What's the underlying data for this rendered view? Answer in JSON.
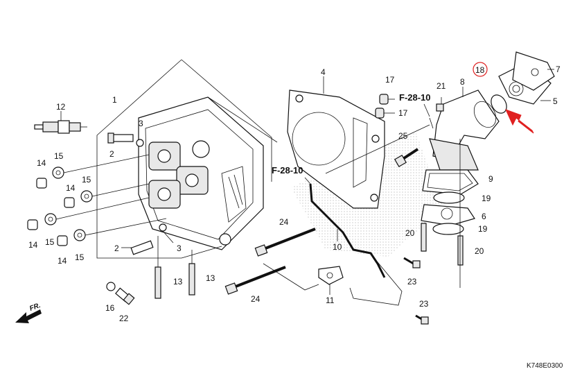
{
  "diagram": {
    "part_labels": [
      {
        "id": "p1",
        "text": "1"
      },
      {
        "id": "p2a",
        "text": "2"
      },
      {
        "id": "p2b",
        "text": "2"
      },
      {
        "id": "p3a",
        "text": "3"
      },
      {
        "id": "p3b",
        "text": "3"
      },
      {
        "id": "p4",
        "text": "4"
      },
      {
        "id": "p5",
        "text": "5"
      },
      {
        "id": "p6",
        "text": "6"
      },
      {
        "id": "p7",
        "text": "7"
      },
      {
        "id": "p8",
        "text": "8"
      },
      {
        "id": "p9",
        "text": "9"
      },
      {
        "id": "p10",
        "text": "10"
      },
      {
        "id": "p11",
        "text": "11"
      },
      {
        "id": "p12",
        "text": "12"
      },
      {
        "id": "p13a",
        "text": "13"
      },
      {
        "id": "p13b",
        "text": "13"
      },
      {
        "id": "p14a",
        "text": "14"
      },
      {
        "id": "p14b",
        "text": "14"
      },
      {
        "id": "p14c",
        "text": "14"
      },
      {
        "id": "p14d",
        "text": "14"
      },
      {
        "id": "p15a",
        "text": "15"
      },
      {
        "id": "p15b",
        "text": "15"
      },
      {
        "id": "p15c",
        "text": "15"
      },
      {
        "id": "p15d",
        "text": "15"
      },
      {
        "id": "p16",
        "text": "16"
      },
      {
        "id": "p17a",
        "text": "17"
      },
      {
        "id": "p17b",
        "text": "17"
      },
      {
        "id": "p18",
        "text": "18"
      },
      {
        "id": "p19a",
        "text": "19"
      },
      {
        "id": "p19b",
        "text": "19"
      },
      {
        "id": "p20a",
        "text": "20"
      },
      {
        "id": "p20b",
        "text": "20"
      },
      {
        "id": "p21",
        "text": "21"
      },
      {
        "id": "p22",
        "text": "22"
      },
      {
        "id": "p23a",
        "text": "23"
      },
      {
        "id": "p23b",
        "text": "23"
      },
      {
        "id": "p24a",
        "text": "24"
      },
      {
        "id": "p24b",
        "text": "24"
      },
      {
        "id": "p25",
        "text": "25"
      }
    ],
    "references": [
      {
        "id": "refA",
        "text": "F-28-10"
      },
      {
        "id": "refB",
        "text": "F-28-10"
      }
    ],
    "drawing_code": "K748E0300",
    "front_label": "FR.",
    "highlight_color": "#e02020",
    "highlighted_part": "18"
  }
}
